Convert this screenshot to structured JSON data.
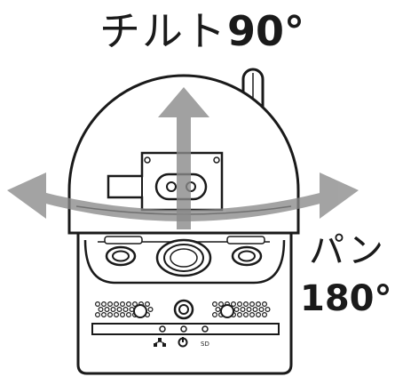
{
  "labels": {
    "tilt_word": "チルト",
    "tilt_value": "90°",
    "pan_word": "パン",
    "pan_value": "180°",
    "sd_slot": "SD"
  },
  "colors": {
    "line": "#1a1a1a",
    "arrow": "#8a8a8a",
    "background": "#ffffff"
  },
  "icons": [
    "network-icon",
    "power-icon"
  ]
}
